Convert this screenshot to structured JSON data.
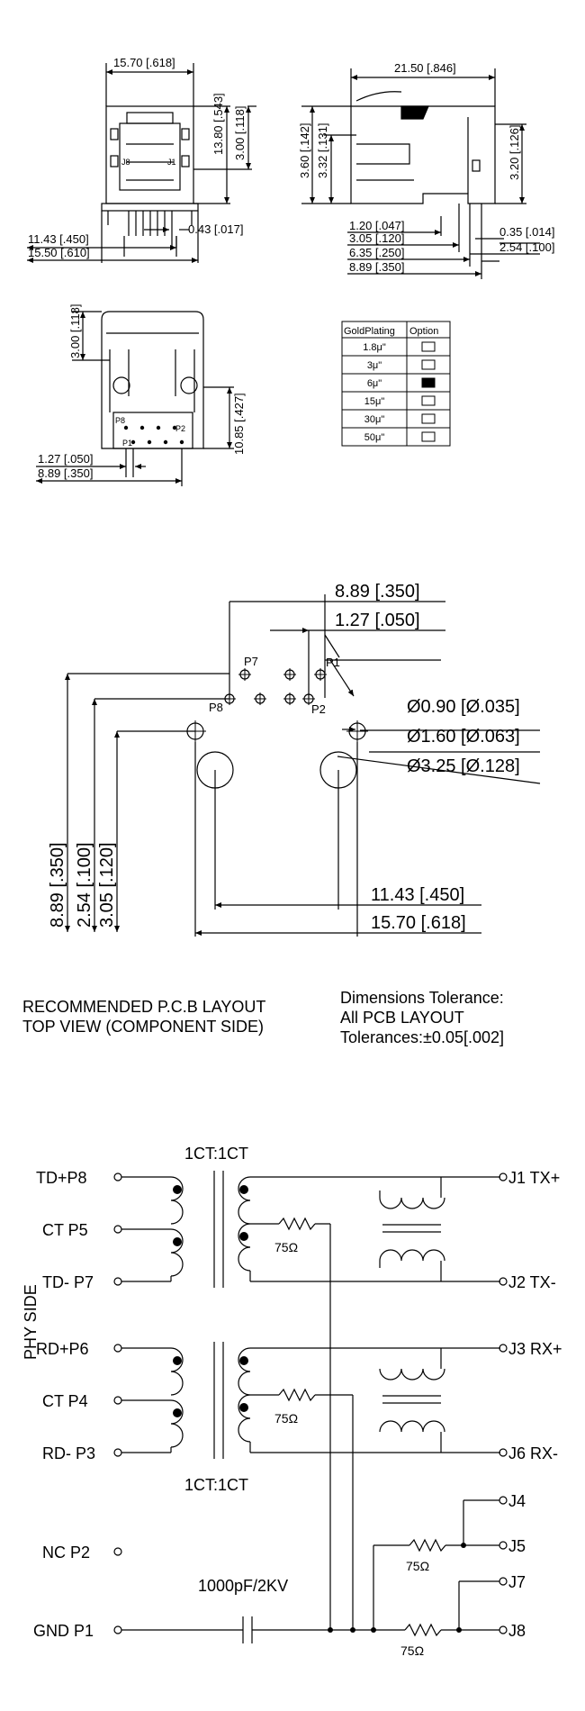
{
  "mech_views": {
    "front": {
      "width": "15.70 [.618]",
      "height": "13.80 [.543]",
      "height2": "3.00 [.118]",
      "pin": "0.43 [.017]",
      "base1": "11.43 [.450]",
      "base2": "15.50 [.610]",
      "left_label": "J8",
      "right_label": "J1"
    },
    "side": {
      "width": "21.50 [.846]",
      "h1": "3.60 [.142]",
      "h2": "3.32 [.131]",
      "h3": "3.20 [.126]",
      "b1": "1.20 [.047]",
      "b2": "3.05 [.120]",
      "b3": "6.35 [.250]",
      "b4": "8.89 [.350]",
      "r1": "0.35 [.014]",
      "r2": "2.54 [.100]"
    },
    "bottom": {
      "h": "3.00 [.118]",
      "v": "10.85 [.427]",
      "b1": "1.27 [.050]",
      "b2": "8.89 [.350]",
      "p8": "P8",
      "p1": "P1",
      "p2": "P2"
    }
  },
  "plating_table": {
    "headers": [
      "GoldPlating",
      "Option"
    ],
    "rows": [
      {
        "value": "1.8μ\"",
        "selected": false
      },
      {
        "value": "3μ\"",
        "selected": false
      },
      {
        "value": "6μ\"",
        "selected": true
      },
      {
        "value": "15μ\"",
        "selected": false
      },
      {
        "value": "30μ\"",
        "selected": false
      },
      {
        "value": "50μ\"",
        "selected": false
      }
    ]
  },
  "pcb_layout": {
    "top1": "8.89 [.350]",
    "top2": "1.27 [.050]",
    "pins": {
      "p7": "P7",
      "p1": "P1",
      "p8": "P8",
      "p2": "P2"
    },
    "hole1": "Ø0.90 [Ø.035]",
    "hole2": "Ø1.60 [Ø.063]",
    "hole3": "Ø3.25 [Ø.128]",
    "v1": "8.89 [.350]",
    "v2": "2.54 [.100]",
    "v3": "3.05 [.120]",
    "h1": "11.43 [.450]",
    "h2": "15.70 [.618]",
    "title_line1": "RECOMMENDED P.C.B LAYOUT",
    "title_line2": "TOP VIEW (COMPONENT SIDE)",
    "tol_line1": "Dimensions Tolerance:",
    "tol_line2": "All PCB LAYOUT",
    "tol_line3": "Tolerances:±0.05[.002]"
  },
  "schematic": {
    "side_label": "PHY SIDE",
    "ratio_top": "1CT:1CT",
    "ratio_bottom": "1CT:1CT",
    "left_pins": [
      "TD+P8",
      "CT  P5",
      "TD- P7",
      "RD+P6",
      "CT  P4",
      "RD- P3",
      "NC  P2",
      "GND P1"
    ],
    "right_pins": [
      "J1 TX+",
      "J2 TX-",
      "J3 RX+",
      "J6 RX-",
      "J4",
      "J5",
      "J7",
      "J8"
    ],
    "resistor": "75Ω",
    "capacitor": "1000pF/2KV"
  }
}
